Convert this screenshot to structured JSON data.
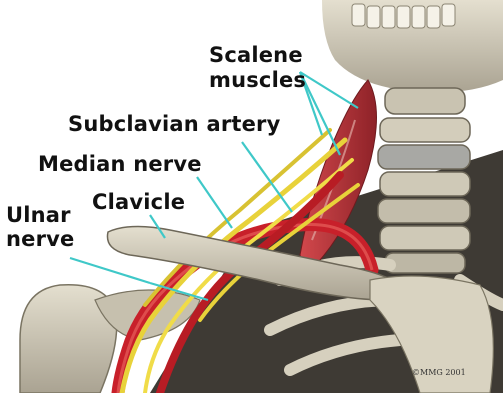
{
  "labels": {
    "scalene_line1": "Scalene",
    "scalene_line2": "muscles",
    "subclavian": "Subclavian artery",
    "median": "Median nerve",
    "clavicle": "Clavicle",
    "ulnar_line1": "Ulnar",
    "ulnar_line2": "nerve"
  },
  "copyright": "©MMG 2001",
  "colors": {
    "leader_line": "#3fc8c8",
    "bone": "#cfc9b7",
    "artery": "#c8202a",
    "nerve": "#e8d23a",
    "muscle": "#b8343a"
  }
}
